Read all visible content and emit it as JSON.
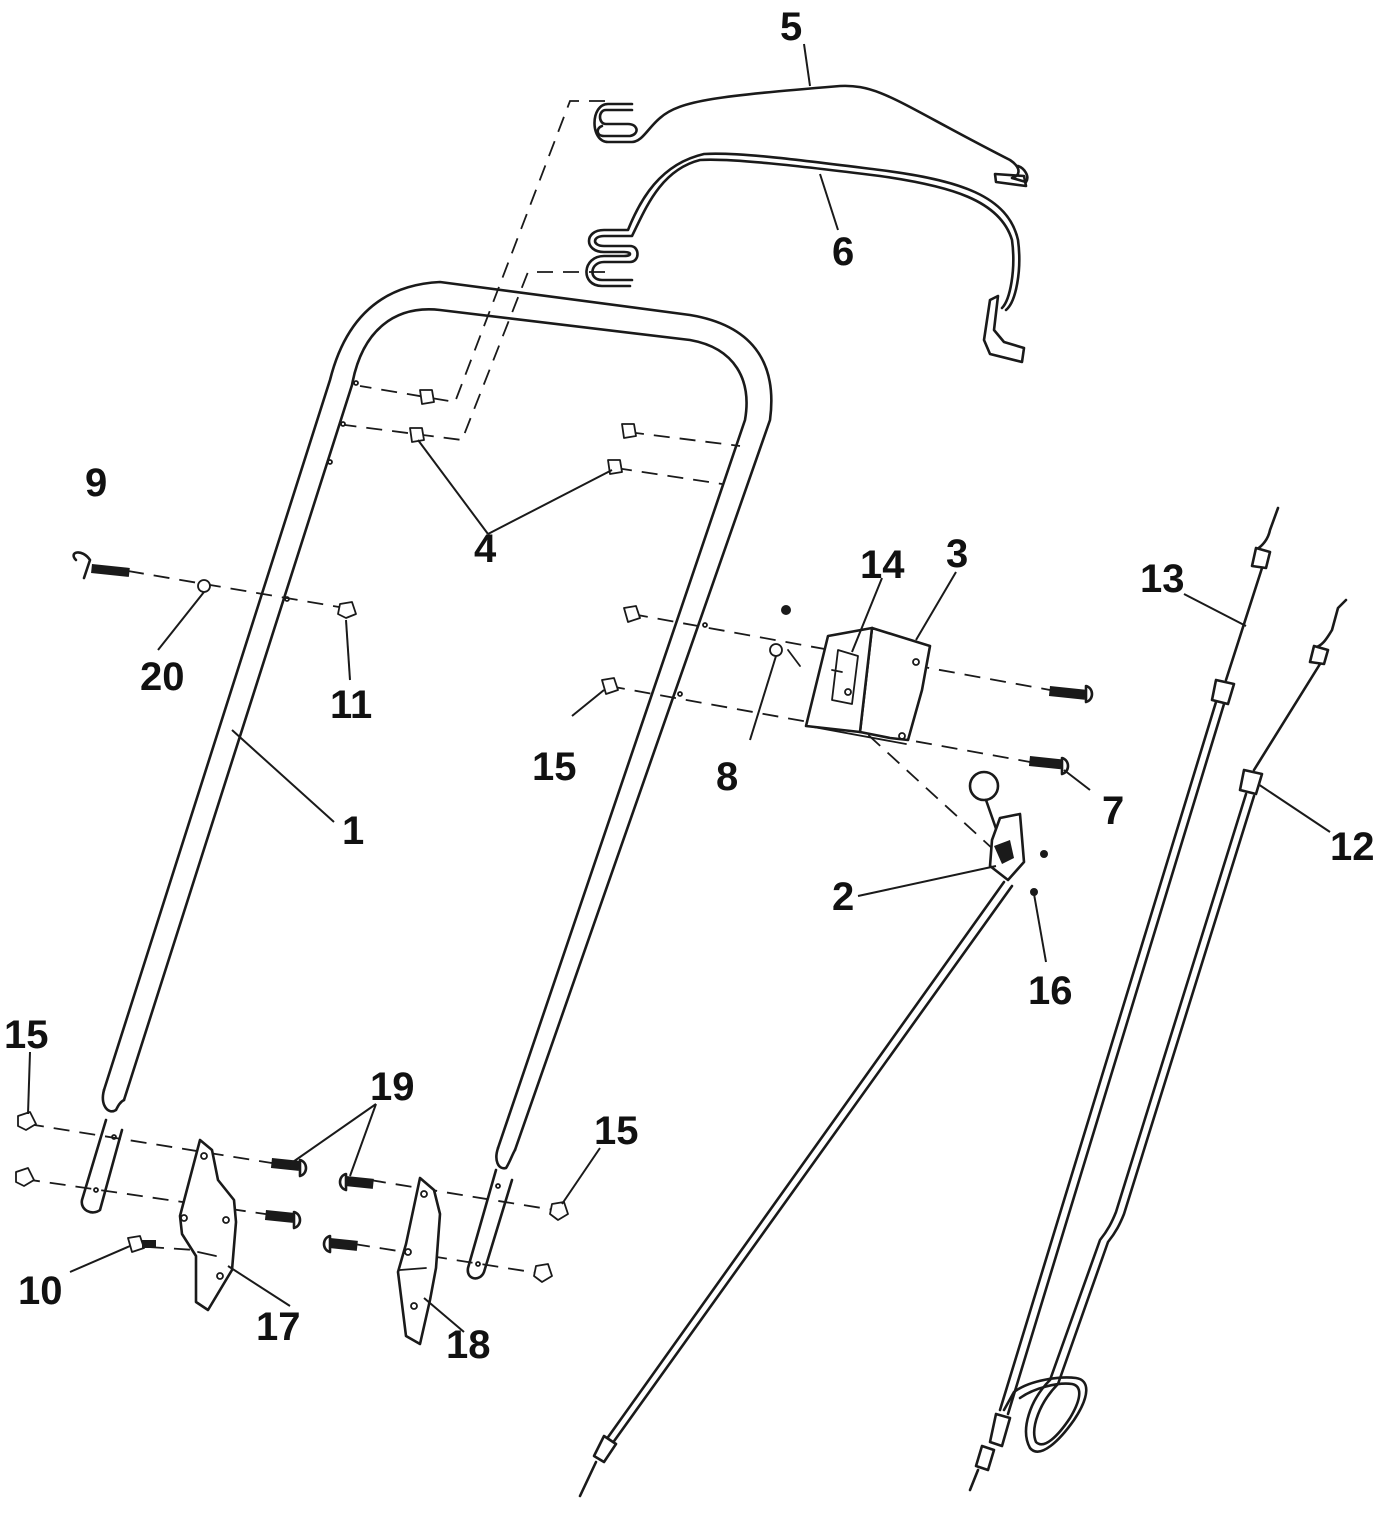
{
  "callouts": [
    {
      "id": "1",
      "text": "1"
    },
    {
      "id": "2",
      "text": "2"
    },
    {
      "id": "3",
      "text": "3"
    },
    {
      "id": "4",
      "text": "4"
    },
    {
      "id": "5",
      "text": "5"
    },
    {
      "id": "6",
      "text": "6"
    },
    {
      "id": "7",
      "text": "7"
    },
    {
      "id": "8",
      "text": "8"
    },
    {
      "id": "9",
      "text": "9"
    },
    {
      "id": "10",
      "text": "10"
    },
    {
      "id": "11",
      "text": "11"
    },
    {
      "id": "12",
      "text": "12"
    },
    {
      "id": "13",
      "text": "13"
    },
    {
      "id": "14",
      "text": "14"
    },
    {
      "id": "15a",
      "text": "15"
    },
    {
      "id": "15b",
      "text": "15"
    },
    {
      "id": "15c",
      "text": "15"
    },
    {
      "id": "16",
      "text": "16"
    },
    {
      "id": "17",
      "text": "17"
    },
    {
      "id": "18",
      "text": "18"
    },
    {
      "id": "19",
      "text": "19"
    },
    {
      "id": "20",
      "text": "20"
    }
  ]
}
